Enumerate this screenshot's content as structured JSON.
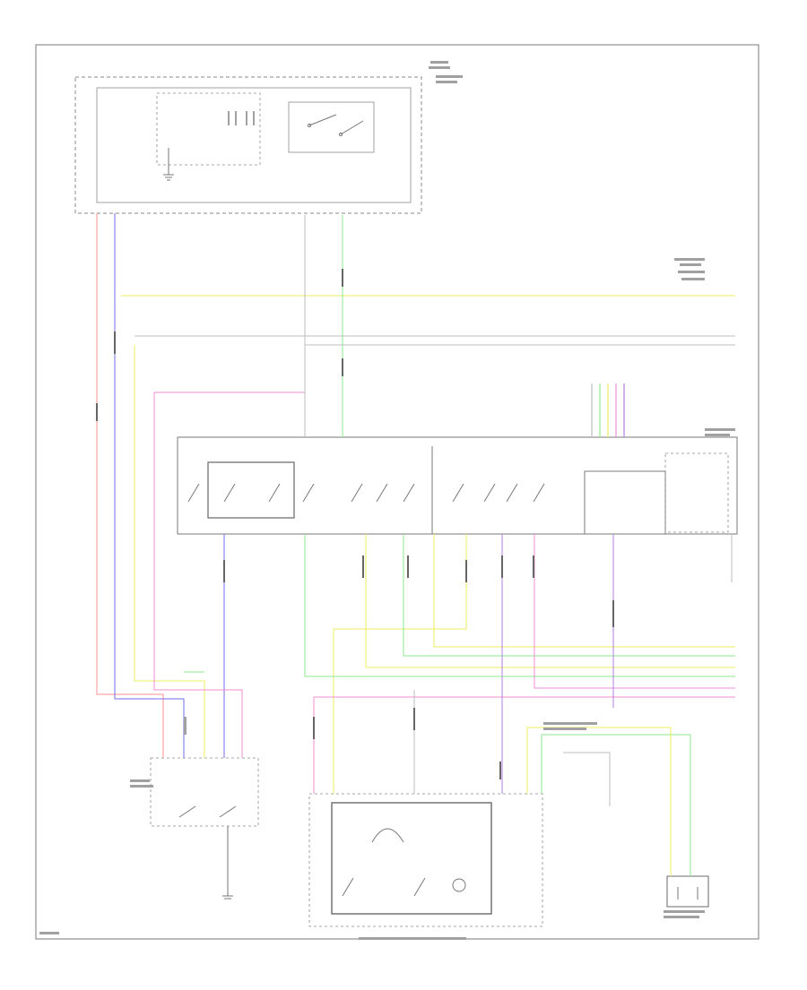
{
  "diagram": {
    "frame_label": "",
    "bottom_left_code": "",
    "bottom_title": "",
    "colors": {
      "red": "#ff8f8f",
      "blue": "#6f6fe8",
      "yellow": "#eded60",
      "green": "#8fe88f",
      "pink": "#ef8fd6",
      "violet": "#b07fe0",
      "gray": "#bdbdbd",
      "outline": "#6a6a6a",
      "dashed": "#8a8a8a"
    },
    "wire_colors_right": [
      "yellow",
      "green",
      "yellow",
      "green",
      "pink",
      "pink"
    ]
  }
}
